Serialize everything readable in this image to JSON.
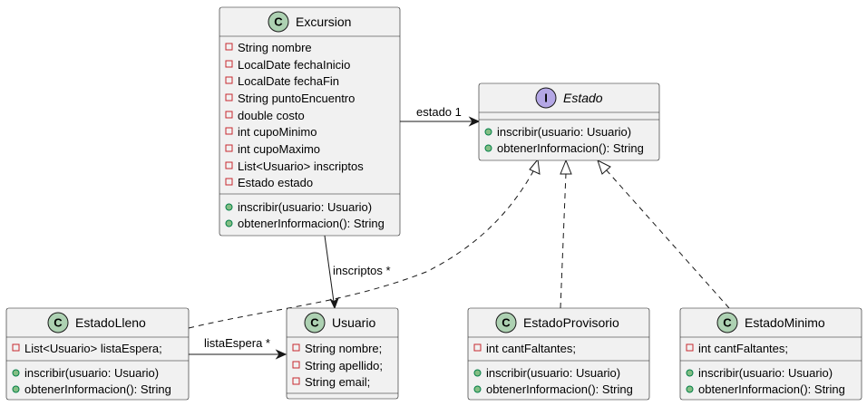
{
  "colors": {
    "class_badge": "#ADD1B2",
    "interface_badge": "#B4A7E5",
    "box_fill": "#F1F1F1",
    "border": "#181818",
    "private_marker": "#C82930",
    "public_marker": "#84BE84"
  },
  "classes": {
    "excursion": {
      "badge": "C",
      "name": "Excursion",
      "fields": [
        "String nombre",
        "LocalDate fechaInicio",
        "LocalDate fechaFin",
        "String puntoEncuentro",
        "double costo",
        "int cupoMinimo",
        "int cupoMaximo",
        "List<Usuario> inscriptos",
        "Estado estado"
      ],
      "methods": [
        "inscribir(usuario: Usuario)",
        "obtenerInformacion(): String"
      ]
    },
    "estado": {
      "badge": "I",
      "name": "Estado",
      "fields": [],
      "methods": [
        "inscribir(usuario: Usuario)",
        "obtenerInformacion(): String"
      ]
    },
    "estadoLleno": {
      "badge": "C",
      "name": "EstadoLleno",
      "fields": [
        "List<Usuario> listaEspera;"
      ],
      "methods": [
        "inscribir(usuario: Usuario)",
        "obtenerInformacion(): String"
      ]
    },
    "usuario": {
      "badge": "C",
      "name": "Usuario",
      "fields": [
        "String nombre;",
        "String apellido;",
        "String email;"
      ],
      "methods": []
    },
    "estadoProvisorio": {
      "badge": "C",
      "name": "EstadoProvisorio",
      "fields": [
        "int cantFaltantes;"
      ],
      "methods": [
        "inscribir(usuario: Usuario)",
        "obtenerInformacion(): String"
      ]
    },
    "estadoMinimo": {
      "badge": "C",
      "name": "EstadoMinimo",
      "fields": [
        "int cantFaltantes;"
      ],
      "methods": [
        "inscribir(usuario: Usuario)",
        "obtenerInformacion(): String"
      ]
    }
  },
  "relations": {
    "excursion_estado": "estado 1",
    "excursion_usuario": "inscriptos *",
    "lleno_usuario": "listaEspera *"
  }
}
